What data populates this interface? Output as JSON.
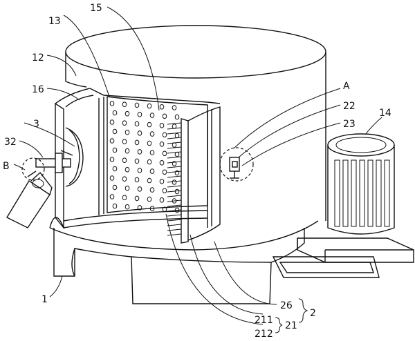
{
  "labels": {
    "l1": "1",
    "l3": "3",
    "l12": "12",
    "l13": "13",
    "l14": "14",
    "l15": "15",
    "l16": "16",
    "l32": "32",
    "lA": "A",
    "lB": "B",
    "l22": "22",
    "l23": "23",
    "l26": "26",
    "l2": "2",
    "l211": "211",
    "l21": "21",
    "l212": "212"
  }
}
